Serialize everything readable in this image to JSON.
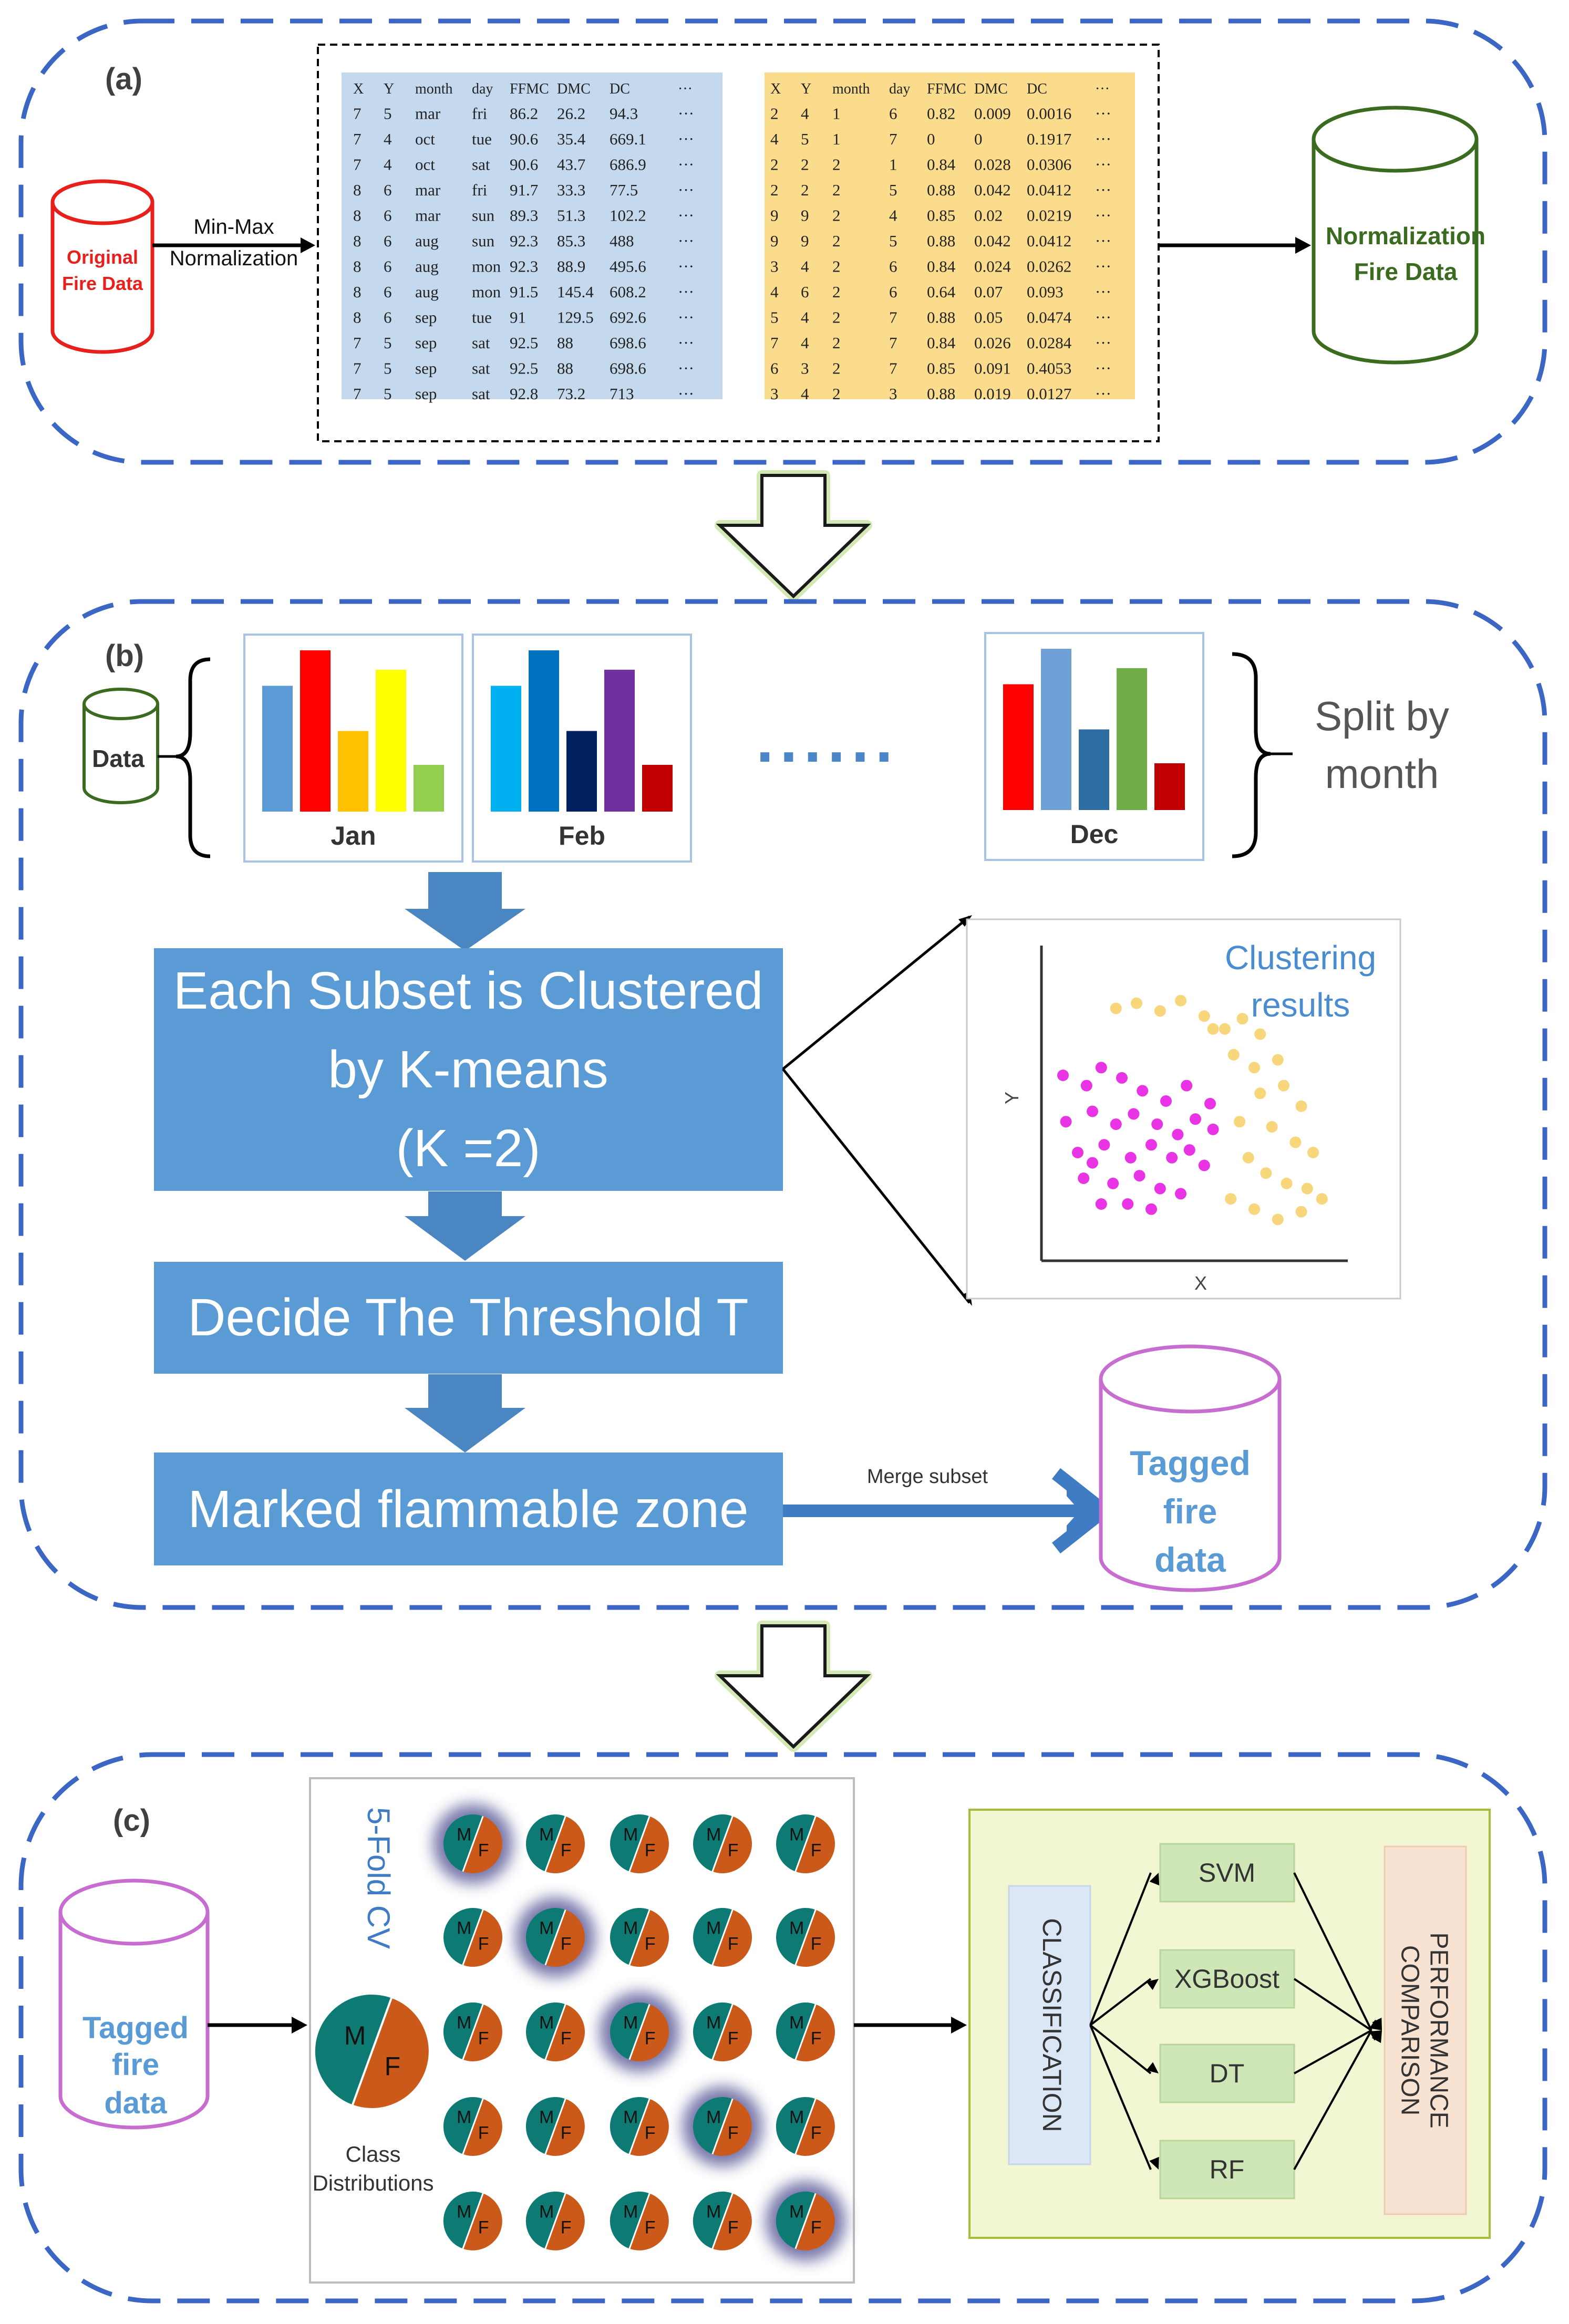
{
  "colors": {
    "dash_blue": "#3b66c4",
    "table_blue": "#c5d9ee",
    "table_yellow": "#fbdc8c",
    "flow_blue": "#4a8ccb",
    "arrow_blue": "#3f7cc4",
    "red": "#e8201c",
    "green_dark": "#3a6b1f",
    "magenta": "#c86dd0",
    "light_green_bg": "#f3f6d2",
    "model_green": "#cfe6b6",
    "classif_blue": "#dbe7f4",
    "perf_peach": "#f8e2d2",
    "pie_teal": "#0d7a73",
    "pie_orange": "#cb5a1a",
    "dot_magenta": "#e934e6",
    "dot_yellow": "#f7d67c"
  },
  "section_a": {
    "label": "(a)",
    "source_db": "Original Fire Data",
    "arrow_text_1": "Min-Max",
    "arrow_text_2": "Normalization",
    "target_db": "Normalization Fire Data",
    "raw_table": {
      "headers": [
        "X",
        "Y",
        "month",
        "day",
        "FFMC",
        "DMC",
        "DC",
        "···"
      ],
      "rows": [
        [
          "7",
          "5",
          "mar",
          "fri",
          "86.2",
          "26.2",
          "94.3",
          "···"
        ],
        [
          "7",
          "4",
          "oct",
          "tue",
          "90.6",
          "35.4",
          "669.1",
          "···"
        ],
        [
          "7",
          "4",
          "oct",
          "sat",
          "90.6",
          "43.7",
          "686.9",
          "···"
        ],
        [
          "8",
          "6",
          "mar",
          "fri",
          "91.7",
          "33.3",
          "77.5",
          "···"
        ],
        [
          "8",
          "6",
          "mar",
          "sun",
          "89.3",
          "51.3",
          "102.2",
          "···"
        ],
        [
          "8",
          "6",
          "aug",
          "sun",
          "92.3",
          "85.3",
          "488",
          "···"
        ],
        [
          "8",
          "6",
          "aug",
          "mon",
          "92.3",
          "88.9",
          "495.6",
          "···"
        ],
        [
          "8",
          "6",
          "aug",
          "mon",
          "91.5",
          "145.4",
          "608.2",
          "···"
        ],
        [
          "8",
          "6",
          "sep",
          "tue",
          "91",
          "129.5",
          "692.6",
          "···"
        ],
        [
          "7",
          "5",
          "sep",
          "sat",
          "92.5",
          "88",
          "698.6",
          "···"
        ],
        [
          "7",
          "5",
          "sep",
          "sat",
          "92.5",
          "88",
          "698.6",
          "···"
        ],
        [
          "7",
          "5",
          "sep",
          "sat",
          "92.8",
          "73.2",
          "713",
          "···"
        ]
      ]
    },
    "norm_table": {
      "headers": [
        "X",
        "Y",
        "month",
        "day",
        "FFMC",
        "DMC",
        "DC",
        "···"
      ],
      "rows": [
        [
          "2",
          "4",
          "1",
          "6",
          "0.82",
          "0.009",
          "0.0016",
          "···"
        ],
        [
          "4",
          "5",
          "1",
          "7",
          "0",
          "0",
          "0.1917",
          "···"
        ],
        [
          "2",
          "2",
          "2",
          "1",
          "0.84",
          "0.028",
          "0.0306",
          "···"
        ],
        [
          "2",
          "2",
          "2",
          "5",
          "0.88",
          "0.042",
          "0.0412",
          "···"
        ],
        [
          "9",
          "9",
          "2",
          "4",
          "0.85",
          "0.02",
          "0.0219",
          "···"
        ],
        [
          "9",
          "9",
          "2",
          "5",
          "0.88",
          "0.042",
          "0.0412",
          "···"
        ],
        [
          "3",
          "4",
          "2",
          "6",
          "0.84",
          "0.024",
          "0.0262",
          "···"
        ],
        [
          "4",
          "6",
          "2",
          "6",
          "0.64",
          "0.07",
          "0.093",
          "···"
        ],
        [
          "5",
          "4",
          "2",
          "7",
          "0.88",
          "0.05",
          "0.0474",
          "···"
        ],
        [
          "7",
          "4",
          "2",
          "7",
          "0.84",
          "0.026",
          "0.0284",
          "···"
        ],
        [
          "6",
          "3",
          "2",
          "7",
          "0.85",
          "0.091",
          "0.4053",
          "···"
        ],
        [
          "3",
          "4",
          "2",
          "3",
          "0.88",
          "0.019",
          "0.0127",
          "···"
        ]
      ]
    }
  },
  "section_b": {
    "label": "(b)",
    "data_db": "Data",
    "months": [
      {
        "name": "Jan",
        "bars": [
          {
            "value": 0.78,
            "color": "#5b9bd5"
          },
          {
            "value": 1.0,
            "color": "#ff0000"
          },
          {
            "value": 0.5,
            "color": "#ffc000"
          },
          {
            "value": 0.88,
            "color": "#ffff00"
          },
          {
            "value": 0.29,
            "color": "#92d050"
          }
        ]
      },
      {
        "name": "Feb",
        "bars": [
          {
            "value": 0.78,
            "color": "#00b0f0"
          },
          {
            "value": 1.0,
            "color": "#0070c0"
          },
          {
            "value": 0.5,
            "color": "#002060"
          },
          {
            "value": 0.88,
            "color": "#7030a0"
          },
          {
            "value": 0.29,
            "color": "#c00000"
          }
        ]
      },
      {
        "name": "Dec",
        "bars": [
          {
            "value": 0.78,
            "color": "#ff0000"
          },
          {
            "value": 1.0,
            "color": "#6fa0d6"
          },
          {
            "value": 0.5,
            "color": "#2e6da4"
          },
          {
            "value": 0.88,
            "color": "#70ad47"
          },
          {
            "value": 0.29,
            "color": "#c00000"
          }
        ]
      }
    ],
    "ellipsis": "......",
    "split_line1": "Split by",
    "split_line2": "month",
    "step1_line1": "Each Subset is Clustered",
    "step1_line2": "by K-means",
    "step1_line3": "(K =2)",
    "step2": "Decide The Threshold T",
    "step3": "Marked flammable zone",
    "merge_label": "Merge subset",
    "tagged_db_1": "Tagged",
    "tagged_db_2": "fire",
    "tagged_db_3": "data",
    "cluster_title_1": "Clustering",
    "cluster_title_2": "results",
    "cluster_xlabel": "X",
    "cluster_ylabel": "Y",
    "cluster_magenta": [
      [
        0.05,
        0.7
      ],
      [
        0.13,
        0.66
      ],
      [
        0.18,
        0.73
      ],
      [
        0.25,
        0.69
      ],
      [
        0.32,
        0.64
      ],
      [
        0.4,
        0.6
      ],
      [
        0.47,
        0.66
      ],
      [
        0.55,
        0.59
      ],
      [
        0.06,
        0.52
      ],
      [
        0.15,
        0.56
      ],
      [
        0.23,
        0.51
      ],
      [
        0.29,
        0.55
      ],
      [
        0.37,
        0.51
      ],
      [
        0.44,
        0.47
      ],
      [
        0.5,
        0.53
      ],
      [
        0.56,
        0.49
      ],
      [
        0.1,
        0.4
      ],
      [
        0.19,
        0.43
      ],
      [
        0.28,
        0.38
      ],
      [
        0.35,
        0.43
      ],
      [
        0.42,
        0.38
      ],
      [
        0.48,
        0.41
      ],
      [
        0.53,
        0.35
      ],
      [
        0.12,
        0.3
      ],
      [
        0.22,
        0.28
      ],
      [
        0.31,
        0.31
      ],
      [
        0.38,
        0.26
      ],
      [
        0.27,
        0.2
      ],
      [
        0.18,
        0.2
      ],
      [
        0.35,
        0.18
      ],
      [
        0.45,
        0.24
      ],
      [
        0.15,
        0.36
      ]
    ],
    "cluster_yellow": [
      [
        0.23,
        0.96
      ],
      [
        0.3,
        0.98
      ],
      [
        0.38,
        0.95
      ],
      [
        0.45,
        0.99
      ],
      [
        0.53,
        0.93
      ],
      [
        0.6,
        0.88
      ],
      [
        0.66,
        0.92
      ],
      [
        0.72,
        0.86
      ],
      [
        0.63,
        0.78
      ],
      [
        0.7,
        0.73
      ],
      [
        0.78,
        0.76
      ],
      [
        0.72,
        0.63
      ],
      [
        0.8,
        0.66
      ],
      [
        0.86,
        0.58
      ],
      [
        0.65,
        0.52
      ],
      [
        0.76,
        0.5
      ],
      [
        0.84,
        0.44
      ],
      [
        0.9,
        0.4
      ],
      [
        0.68,
        0.38
      ],
      [
        0.74,
        0.32
      ],
      [
        0.81,
        0.28
      ],
      [
        0.88,
        0.26
      ],
      [
        0.62,
        0.22
      ],
      [
        0.7,
        0.18
      ],
      [
        0.78,
        0.14
      ],
      [
        0.86,
        0.17
      ],
      [
        0.93,
        0.22
      ],
      [
        0.56,
        0.88
      ]
    ]
  },
  "section_c": {
    "label": "(c)",
    "tagged_db_1": "Tagged",
    "tagged_db_2": "fire",
    "tagged_db_3": "data",
    "cv_label": "5-Fold CV",
    "pie_m": "M",
    "pie_f": "F",
    "class_dist_1": "Class",
    "class_dist_2": "Distributions",
    "classification": "CLASSIFICATION",
    "models": [
      "SVM",
      "XGBoost",
      "DT",
      "RF"
    ],
    "perf_1": "PERFORMANCE",
    "perf_2": "COMPARISON"
  }
}
